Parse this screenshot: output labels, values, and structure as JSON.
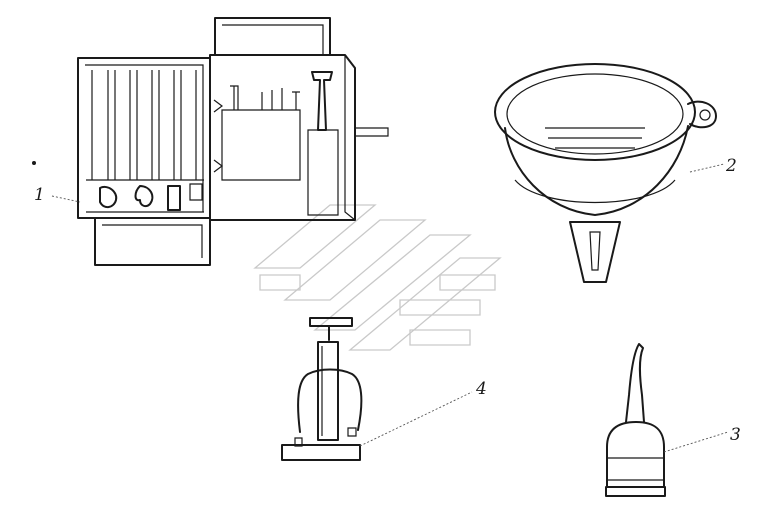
{
  "figure": {
    "callouts": [
      {
        "id": "1",
        "text": "1",
        "part": "tool-box-open"
      },
      {
        "id": "2",
        "text": "2",
        "part": "oil-funnel"
      },
      {
        "id": "3",
        "text": "3",
        "part": "oil-can"
      },
      {
        "id": "4",
        "text": "4",
        "part": "tire-pump"
      }
    ],
    "colors": {
      "ink": "#1a1a1a",
      "watermark": "#c9c9c9",
      "background": "#ffffff"
    }
  }
}
